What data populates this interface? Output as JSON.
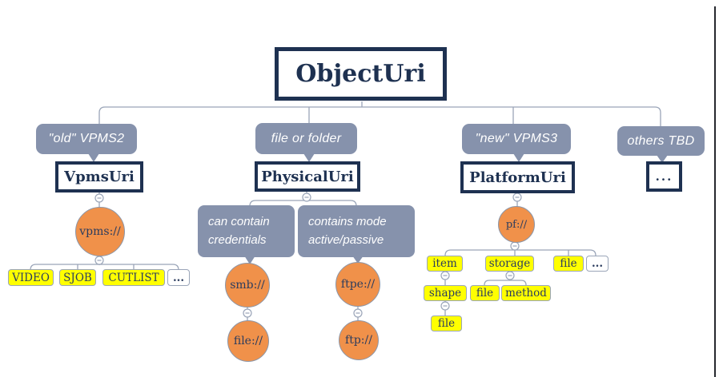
{
  "colors": {
    "navy": "#1e3151",
    "callout_gray": "#8692ac",
    "scheme_orange": "#f0914a",
    "leaf_yellow": "#ffff00",
    "connector_gray": "#9aa5b8",
    "background": "#ffffff"
  },
  "icons": {
    "collapse_toggle": "⊖"
  },
  "root": {
    "label": "ObjectUri"
  },
  "branches": {
    "vpms": {
      "callout": "\"old\" VPMS2",
      "uri_class": "VpmsUri",
      "scheme": "vpms://",
      "object_types": [
        "VIDEO",
        "SJOB",
        "CUTLIST",
        "..."
      ]
    },
    "physical": {
      "callout": "file or folder",
      "uri_class": "PhysicalUri",
      "smb": {
        "note": "can contain\ncredentials",
        "scheme": "smb://",
        "sub_scheme": "file://"
      },
      "ftp": {
        "note": "contains mode\nactive/passive",
        "scheme": "ftpe://",
        "sub_scheme": "ftp://"
      }
    },
    "platform": {
      "callout": "\"new\" VPMS3",
      "uri_class": "PlatformUri",
      "scheme": "pf://",
      "segments": [
        "item",
        "storage",
        "file",
        "..."
      ],
      "item_child": "shape",
      "shape_child": "file",
      "storage_children": [
        "file",
        "method"
      ]
    },
    "others": {
      "callout": "others TBD",
      "uri_class": "..."
    }
  }
}
